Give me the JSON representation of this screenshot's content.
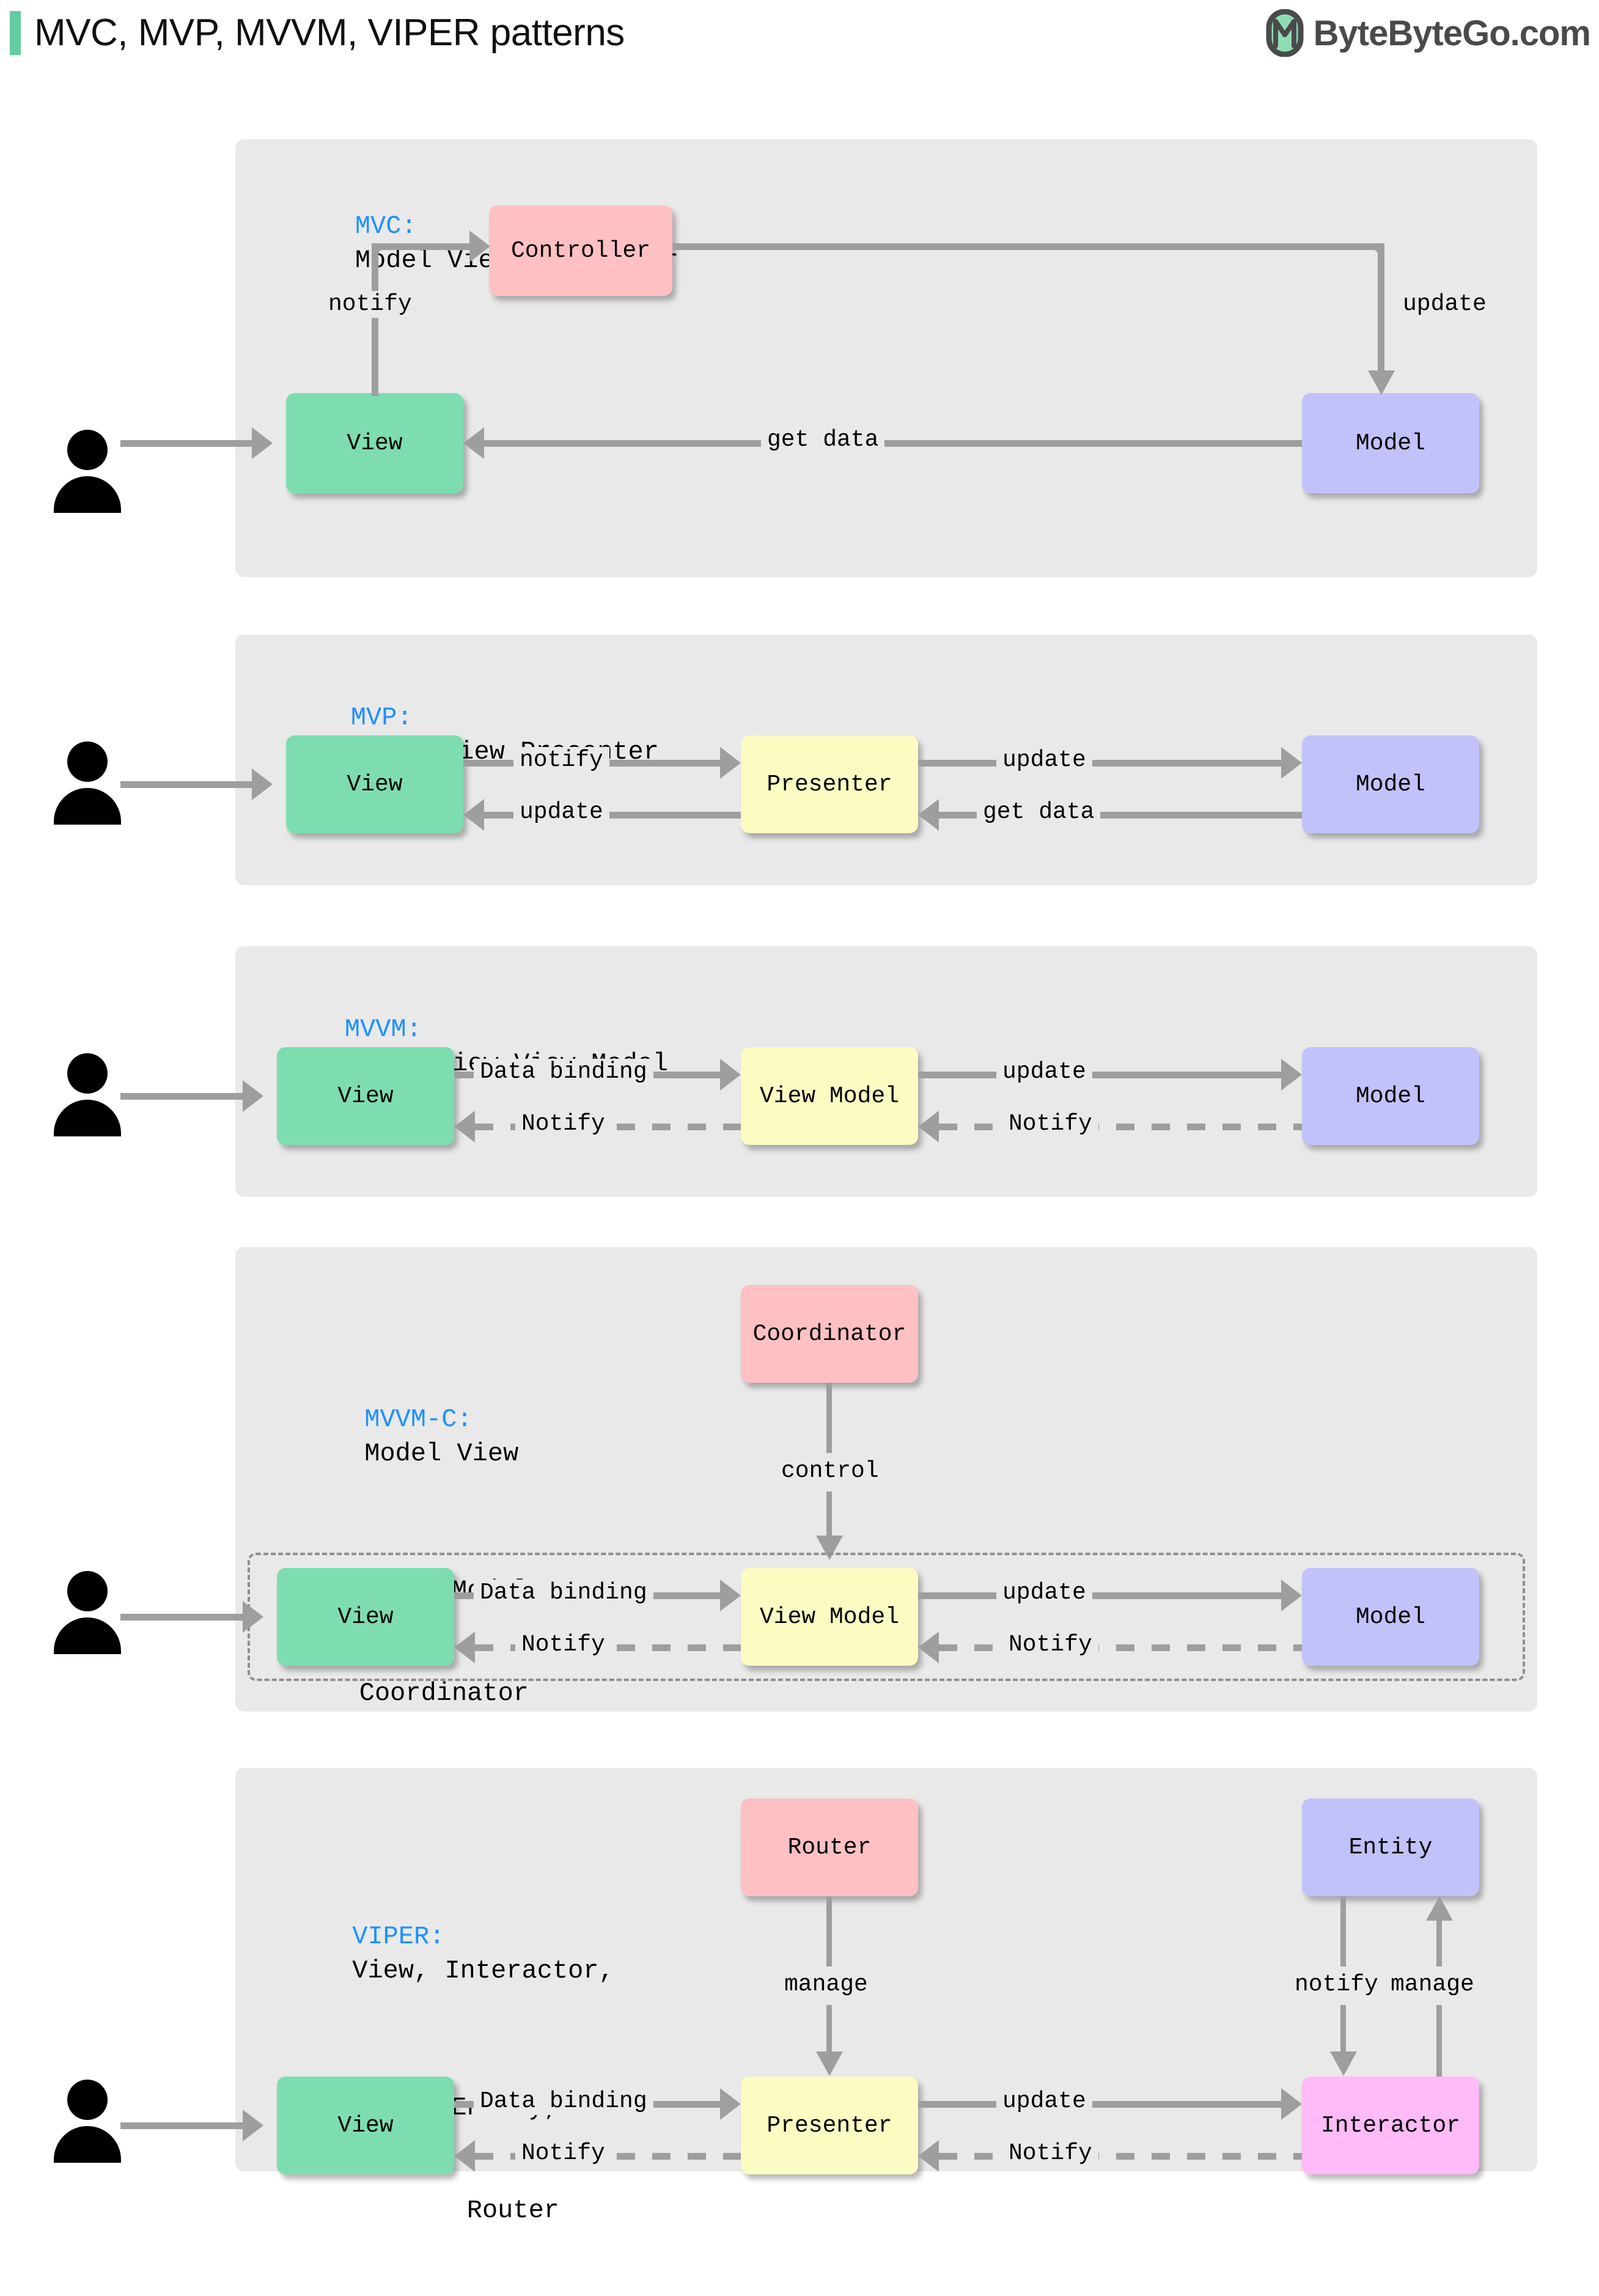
{
  "header": {
    "title": "MVC, MVP, MVVM, VIPER patterns",
    "brand": "ByteByteGo.com",
    "accent_color": "#63cca0",
    "logo_icon": "bytebytego-logo-icon"
  },
  "colors": {
    "panel_bg": "#e9e9e9",
    "view": "#7eddb0",
    "model": "#c2c2fb",
    "controller": "#ffc0c4",
    "viewmodel": "#fbfbc2",
    "interactor": "#ffbaf8",
    "arrow": "#9e9e9e",
    "key_label": "#1e90ff"
  },
  "sections": [
    {
      "id": "mvc",
      "key": "MVC:",
      "title_lines": [
        "Model View Controller"
      ],
      "nodes": [
        {
          "id": "view",
          "label": "View"
        },
        {
          "id": "controller",
          "label": "Controller"
        },
        {
          "id": "model",
          "label": "Model"
        }
      ],
      "edges": [
        {
          "from": "user",
          "to": "view",
          "label": "",
          "style": "solid"
        },
        {
          "from": "view",
          "to": "controller",
          "label": "notify",
          "style": "solid"
        },
        {
          "from": "controller",
          "to": "model",
          "label": "update",
          "style": "solid"
        },
        {
          "from": "model",
          "to": "view",
          "label": "get data",
          "style": "solid"
        }
      ]
    },
    {
      "id": "mvp",
      "key": "MVP:",
      "title_lines": [
        "Model View Presenter"
      ],
      "nodes": [
        {
          "id": "view",
          "label": "View"
        },
        {
          "id": "presenter",
          "label": "Presenter"
        },
        {
          "id": "model",
          "label": "Model"
        }
      ],
      "edges": [
        {
          "from": "user",
          "to": "view",
          "label": "",
          "style": "solid"
        },
        {
          "from": "view",
          "to": "presenter",
          "label": "notify",
          "style": "solid"
        },
        {
          "from": "presenter",
          "to": "view",
          "label": "update",
          "style": "solid"
        },
        {
          "from": "presenter",
          "to": "model",
          "label": "update",
          "style": "solid"
        },
        {
          "from": "model",
          "to": "presenter",
          "label": "get data",
          "style": "solid"
        }
      ]
    },
    {
      "id": "mvvm",
      "key": "MVVM:",
      "title_lines": [
        "Model View View-Model"
      ],
      "nodes": [
        {
          "id": "view",
          "label": "View"
        },
        {
          "id": "viewmodel",
          "label": "View Model"
        },
        {
          "id": "model",
          "label": "Model"
        }
      ],
      "edges": [
        {
          "from": "user",
          "to": "view",
          "label": "",
          "style": "solid"
        },
        {
          "from": "view",
          "to": "viewmodel",
          "label": "Data binding",
          "style": "solid"
        },
        {
          "from": "viewmodel",
          "to": "view",
          "label": "Notify",
          "style": "dashed"
        },
        {
          "from": "viewmodel",
          "to": "model",
          "label": "update",
          "style": "solid"
        },
        {
          "from": "model",
          "to": "viewmodel",
          "label": "Notify",
          "style": "dashed"
        }
      ]
    },
    {
      "id": "mvvmc",
      "key": "MVVM-C:",
      "title_lines": [
        "Model View",
        "View-Model",
        "Coordinator"
      ],
      "nodes": [
        {
          "id": "coordinator",
          "label": "Coordinator"
        },
        {
          "id": "view",
          "label": "View"
        },
        {
          "id": "viewmodel",
          "label": "View Model"
        },
        {
          "id": "model",
          "label": "Model"
        }
      ],
      "edges": [
        {
          "from": "coordinator",
          "to": "group",
          "label": "control",
          "style": "solid"
        },
        {
          "from": "user",
          "to": "view",
          "label": "",
          "style": "solid"
        },
        {
          "from": "view",
          "to": "viewmodel",
          "label": "Data binding",
          "style": "solid"
        },
        {
          "from": "viewmodel",
          "to": "view",
          "label": "Notify",
          "style": "dashed"
        },
        {
          "from": "viewmodel",
          "to": "model",
          "label": "update",
          "style": "solid"
        },
        {
          "from": "model",
          "to": "viewmodel",
          "label": "Notify",
          "style": "dashed"
        }
      ]
    },
    {
      "id": "viper",
      "key": "VIPER:",
      "title_lines": [
        "View, Interactor,",
        "Presenter, Entity,",
        "Router"
      ],
      "nodes": [
        {
          "id": "router",
          "label": "Router"
        },
        {
          "id": "entity",
          "label": "Entity"
        },
        {
          "id": "view",
          "label": "View"
        },
        {
          "id": "presenter",
          "label": "Presenter"
        },
        {
          "id": "interactor",
          "label": "Interactor"
        }
      ],
      "edges": [
        {
          "from": "router",
          "to": "presenter",
          "label": "manage",
          "style": "solid"
        },
        {
          "from": "entity",
          "to": "interactor",
          "label": "notify",
          "style": "solid"
        },
        {
          "from": "interactor",
          "to": "entity",
          "label": "manage",
          "style": "solid"
        },
        {
          "from": "user",
          "to": "view",
          "label": "",
          "style": "solid"
        },
        {
          "from": "view",
          "to": "presenter",
          "label": "Data binding",
          "style": "solid"
        },
        {
          "from": "presenter",
          "to": "view",
          "label": "Notify",
          "style": "dashed"
        },
        {
          "from": "presenter",
          "to": "interactor",
          "label": "update",
          "style": "solid"
        },
        {
          "from": "interactor",
          "to": "presenter",
          "label": "Notify",
          "style": "dashed"
        }
      ]
    }
  ]
}
